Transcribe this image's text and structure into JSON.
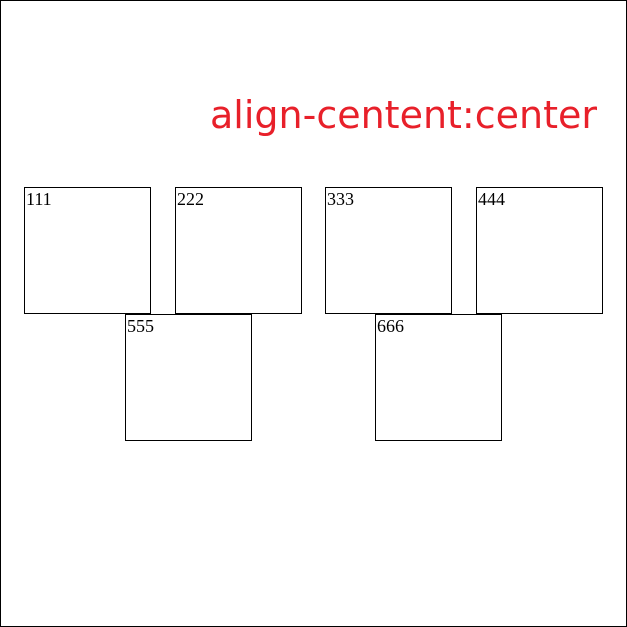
{
  "heading": "align-centent:center",
  "colors": {
    "heading": "#e8202a",
    "border": "#000000",
    "background": "#ffffff"
  },
  "boxes": [
    {
      "label": "111"
    },
    {
      "label": "222"
    },
    {
      "label": "333"
    },
    {
      "label": "444"
    },
    {
      "label": "555"
    },
    {
      "label": "666"
    }
  ]
}
